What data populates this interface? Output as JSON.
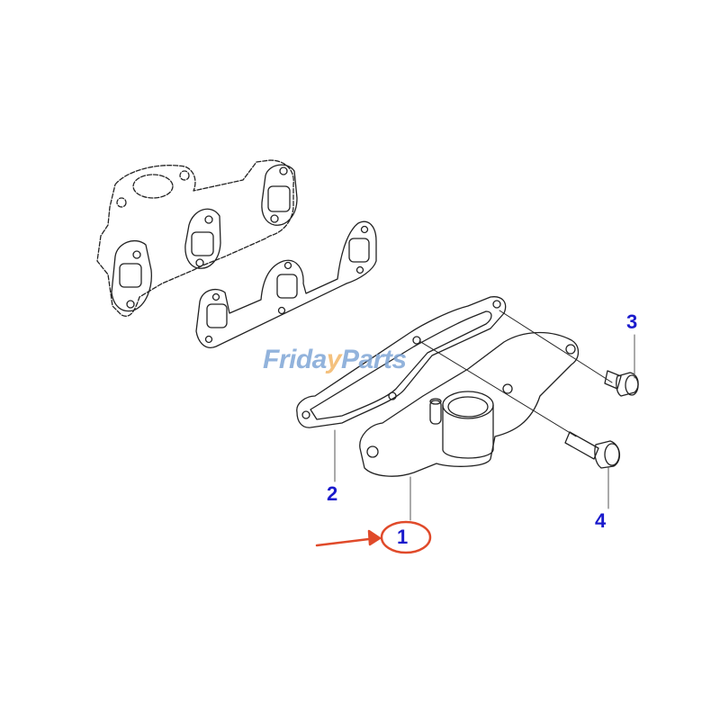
{
  "diagram": {
    "type": "exploded-parts-diagram",
    "subject": "Exhaust manifold assembly",
    "watermark": {
      "part1": "Frida",
      "part2": "y",
      "part3": "Parts",
      "colors": {
        "main": "#7fa6d6",
        "accent": "#f3b768"
      }
    },
    "callouts": [
      {
        "id": "1",
        "label": "1",
        "highlighted": true,
        "part": "manifold outlet housing"
      },
      {
        "id": "2",
        "label": "2",
        "part": "gasket"
      },
      {
        "id": "3",
        "label": "3",
        "part": "short bolt"
      },
      {
        "id": "4",
        "label": "4",
        "part": "long bolt"
      }
    ],
    "highlight": {
      "shape": "ellipse + arrow",
      "color": "#e04a2a",
      "target": "1"
    },
    "colors": {
      "callout_text": "#1a1acc",
      "line_art": "#222222",
      "background": "#ffffff"
    }
  }
}
